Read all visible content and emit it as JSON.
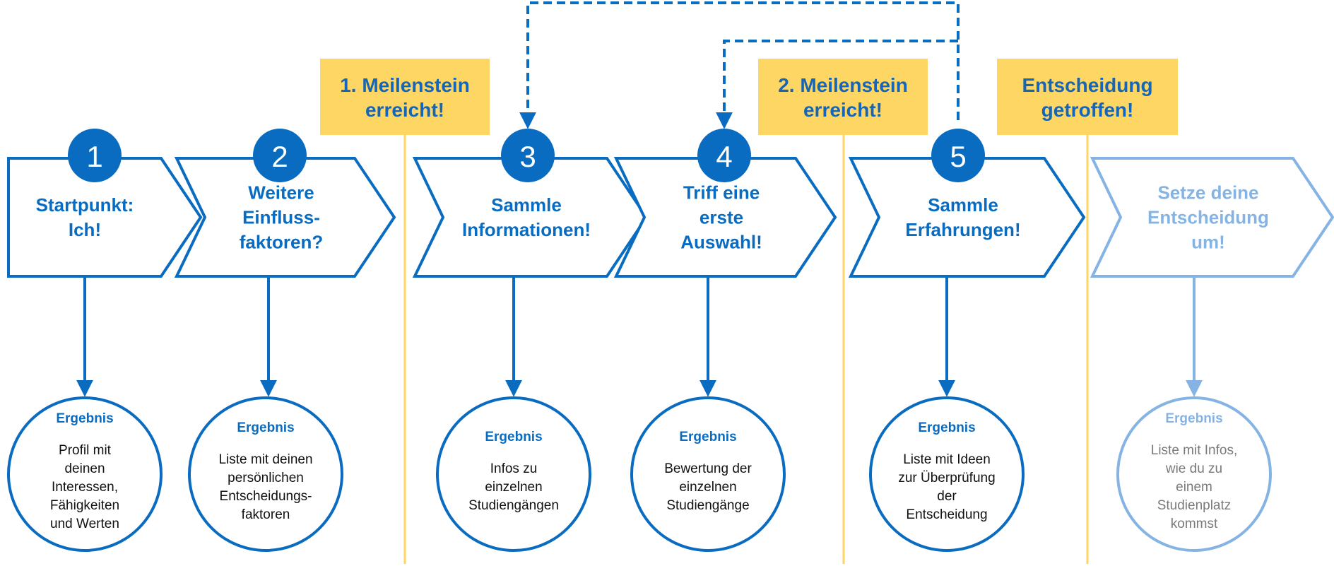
{
  "colors": {
    "primary": "#0a6cc0",
    "light": "#85b4e4",
    "milestone_fill": "#fdd663",
    "milestone_line": "#fdd663",
    "milestone_text": "#1565b8"
  },
  "steps": [
    {
      "number": "1",
      "title": [
        "Startpunkt:",
        "Ich!"
      ],
      "result_heading": "Ergebnis",
      "result_lines": [
        "Profil mit",
        "deinen",
        "Interessen,",
        "Fähigkeiten",
        "und   Werten"
      ]
    },
    {
      "number": "2",
      "title": [
        "Weitere",
        "Einfluss-",
        "faktoren?"
      ],
      "result_heading": "Ergebnis",
      "result_lines": [
        "Liste mit deinen",
        "persönlichen",
        "Entscheidungs-",
        "faktoren"
      ]
    },
    {
      "number": "3",
      "title": [
        "Sammle",
        "Informationen!"
      ],
      "result_heading": "Ergebnis",
      "result_lines": [
        "Infos zu",
        "einzelnen",
        "Studiengängen"
      ]
    },
    {
      "number": "4",
      "title": [
        "Triff eine",
        "erste",
        "Auswahl!"
      ],
      "result_heading": "Ergebnis",
      "result_lines": [
        "Bewertung der",
        "einzelnen",
        "Studiengänge"
      ]
    },
    {
      "number": "5",
      "title": [
        "Sammle",
        "Erfahrungen!"
      ],
      "result_heading": "Ergebnis",
      "result_lines": [
        "Liste mit Ideen",
        "zur Überprüfung",
        "der",
        "Entscheidung"
      ]
    },
    {
      "number": "",
      "title": [
        "Setze deine",
        "Entscheidung",
        "um!"
      ],
      "result_heading": "Ergebnis",
      "result_lines": [
        "Liste mit Infos,",
        "wie du zu",
        "einem",
        "Studienplatz",
        "kommst"
      ]
    }
  ],
  "milestones": [
    {
      "lines": [
        "1. Meilenstein",
        "erreicht!"
      ]
    },
    {
      "lines": [
        "2. Meilenstein",
        "erreicht!"
      ]
    },
    {
      "lines": [
        "Entscheidung",
        "getroffen!"
      ]
    }
  ]
}
